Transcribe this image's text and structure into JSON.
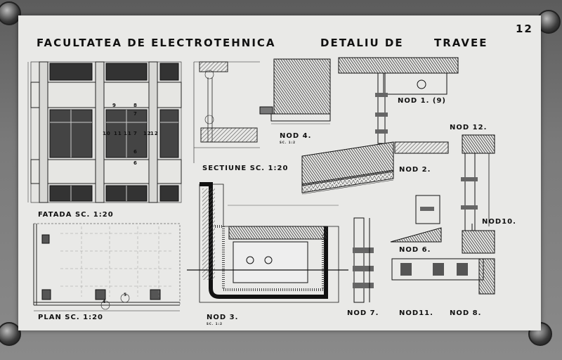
{
  "sheet": {
    "number": "12",
    "title_left": "FACULTATEA DE ELECTROTEHNICA",
    "title_mid": "DETALIU DE",
    "title_right": "TRAVEE"
  },
  "labels": {
    "fatada": "FATADA  SC. 1:20",
    "plan": "PLAN  SC. 1:20",
    "sectiune": "SECTIUNE  SC. 1:20",
    "nod1": "NOD 1. (9)",
    "nod2": "NOD 2.",
    "nod3": "NOD 3.",
    "nod4": "NOD 4.",
    "nod6": "NOD 6.",
    "nod7": "NOD 7.",
    "nod8": "NOD 8.",
    "nod10": "NOD10.",
    "nod11": "NOD11.",
    "nod12": "NOD 12.",
    "sc12": "SC. 1:2"
  },
  "facade_callouts": [
    "9",
    "8",
    "7",
    "10",
    "11",
    "11",
    "7",
    "12",
    "12",
    "6",
    "6"
  ],
  "plan_callouts": [
    "5",
    "4"
  ],
  "colors": {
    "ink": "#111111",
    "paper": "#e9e9e7",
    "hatch": "#555555",
    "wall": "#707070"
  }
}
